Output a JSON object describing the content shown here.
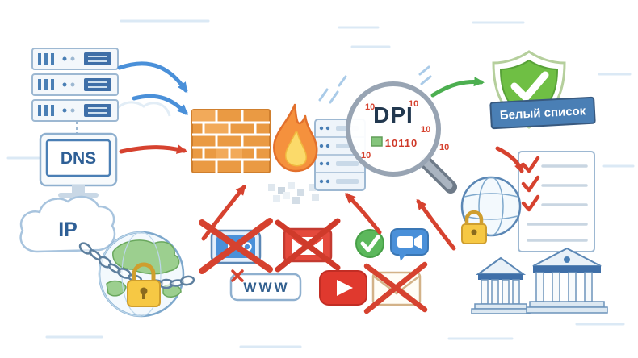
{
  "diagram": {
    "left": {
      "dns_label": "DNS",
      "ip_label": "IP"
    },
    "magnifier": {
      "dpi_label": "DPI",
      "binary_code": "10110",
      "bit_marks": [
        "10",
        "10",
        "10",
        "10",
        "10"
      ]
    },
    "right": {
      "whitelist_label": "Белый список"
    },
    "blocked": {
      "www_label": "WWW"
    },
    "colors": {
      "arrow_blue": "#4a90d9",
      "arrow_red": "#d6422f",
      "arrow_green": "#4caf50",
      "brick_orange": "#ea9a43",
      "flame_orange": "#f5913d",
      "flame_yellow": "#fbda6a",
      "padlock_yellow": "#f6c844",
      "shield_green": "#6fbf44",
      "banner_blue": "#4a7fb5",
      "youtube_red": "#e0392e",
      "mail_red": "#e4493c",
      "chat_green": "#5cb85c",
      "chat_blue": "#4a90d9",
      "globe_land_green": "#9ccf8f",
      "outline_blue": "#9db8d2"
    }
  }
}
